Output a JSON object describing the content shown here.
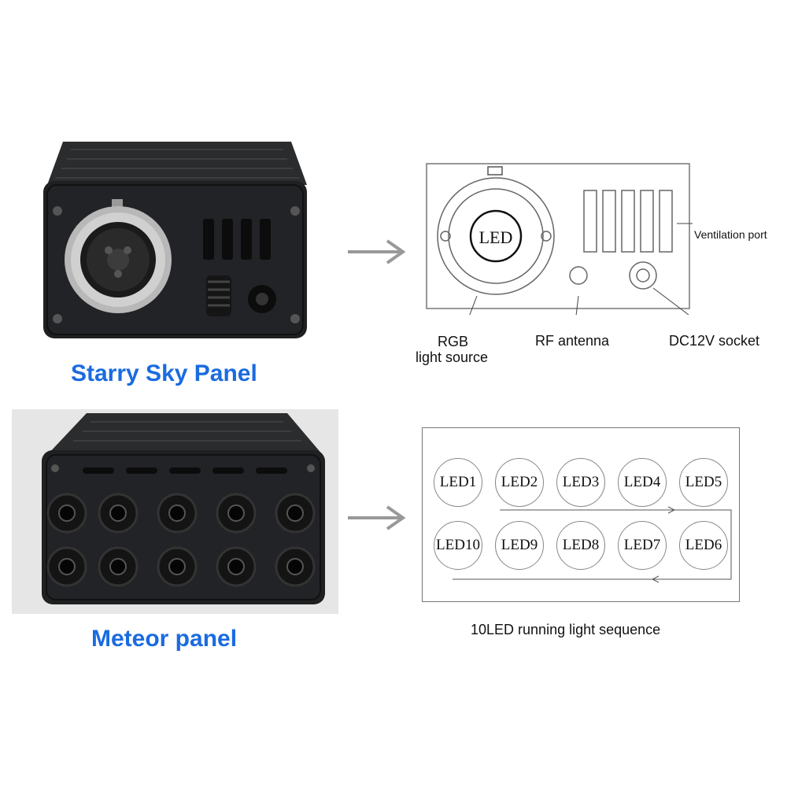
{
  "colors": {
    "title_blue": "#1a6be0",
    "device_body": "#1f2022",
    "device_dark": "#0e0f10",
    "photo_bg": "#e6e6e6",
    "arrow_gray": "#999999",
    "line": "#555555"
  },
  "starry": {
    "title": "Starry Sky Panel",
    "diagram": {
      "led_label": "LED",
      "ventilation_label": "Ventilation port",
      "rgb_label_line1": "RGB",
      "rgb_label_line2": "light source",
      "rf_label": "RF antenna",
      "dc_label": "DC12V socket"
    }
  },
  "meteor": {
    "title": "Meteor panel",
    "diagram": {
      "top_row": [
        "LED1",
        "LED2",
        "LED3",
        "LED4",
        "LED5"
      ],
      "bottom_row": [
        "LED10",
        "LED9",
        "LED8",
        "LED7",
        "LED6"
      ],
      "caption": "10LED running light sequence"
    }
  }
}
